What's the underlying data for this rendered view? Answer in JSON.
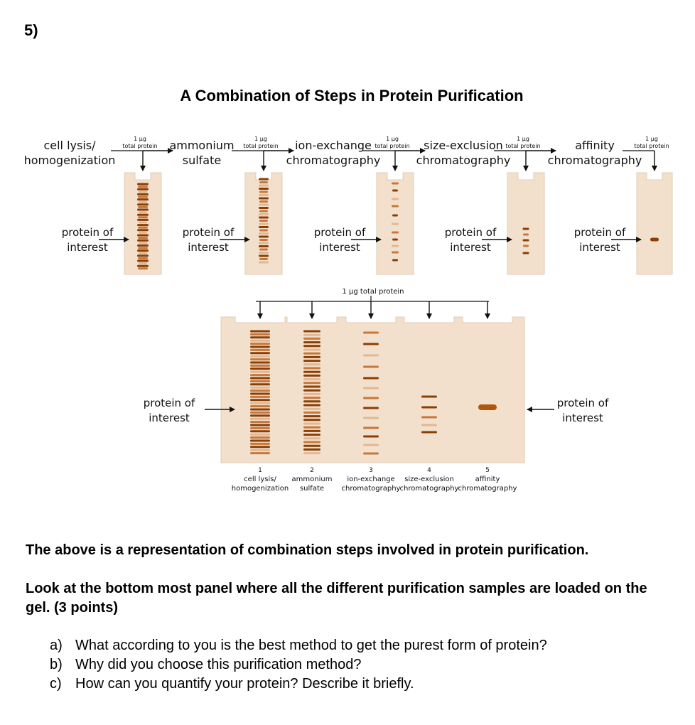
{
  "question_number": "5)",
  "figure": {
    "title": "A Combination of Steps in Protein Purification",
    "total_protein_amount": "1 µg",
    "total_protein_word": "total protein",
    "protein_label_line1": "protein of",
    "protein_label_line2": "interest",
    "steps": [
      {
        "line1": "cell lysis/",
        "line2": "homogenization"
      },
      {
        "line1": "ammonium",
        "line2": "sulfate"
      },
      {
        "line1": "ion-exchange",
        "line2": "chromatography"
      },
      {
        "line1": "size-exclusion",
        "line2": "chromatography"
      },
      {
        "line1": "affinity",
        "line2": "chromatography"
      }
    ],
    "gel": {
      "loading_label": "1 µg total protein",
      "lanes": [
        {
          "number": "1",
          "line1": "cell lysis/",
          "line2": "homogenization"
        },
        {
          "number": "2",
          "line1": "ammonium",
          "line2": "sulfate"
        },
        {
          "number": "3",
          "line1": "ion-exchange",
          "line2": "chromatography"
        },
        {
          "number": "4",
          "line1": "size-exclusion",
          "line2": "chromatography"
        },
        {
          "number": "5",
          "line1": "affinity",
          "line2": "chromatography"
        }
      ]
    },
    "colors": {
      "gel": "#f2e0cc",
      "gel_border": "#e2ccb4",
      "band_dark": "#8a3f06",
      "band_mid": "#c8773a",
      "band_light": "#e0b896"
    }
  },
  "body": {
    "paragraph1": "The above is a representation of combination steps involved in protein purification.",
    "paragraph2": "Look at the bottom most panel where all the different purification samples are loaded on the gel. (3 points)",
    "questions": [
      {
        "letter": "a)",
        "text": "What according to you is the best method to get the purest form of protein?"
      },
      {
        "letter": "b)",
        "text": "Why did you choose this purification method?"
      },
      {
        "letter": "c)",
        "text": "How can you quantify your protein? Describe it briefly."
      }
    ]
  }
}
